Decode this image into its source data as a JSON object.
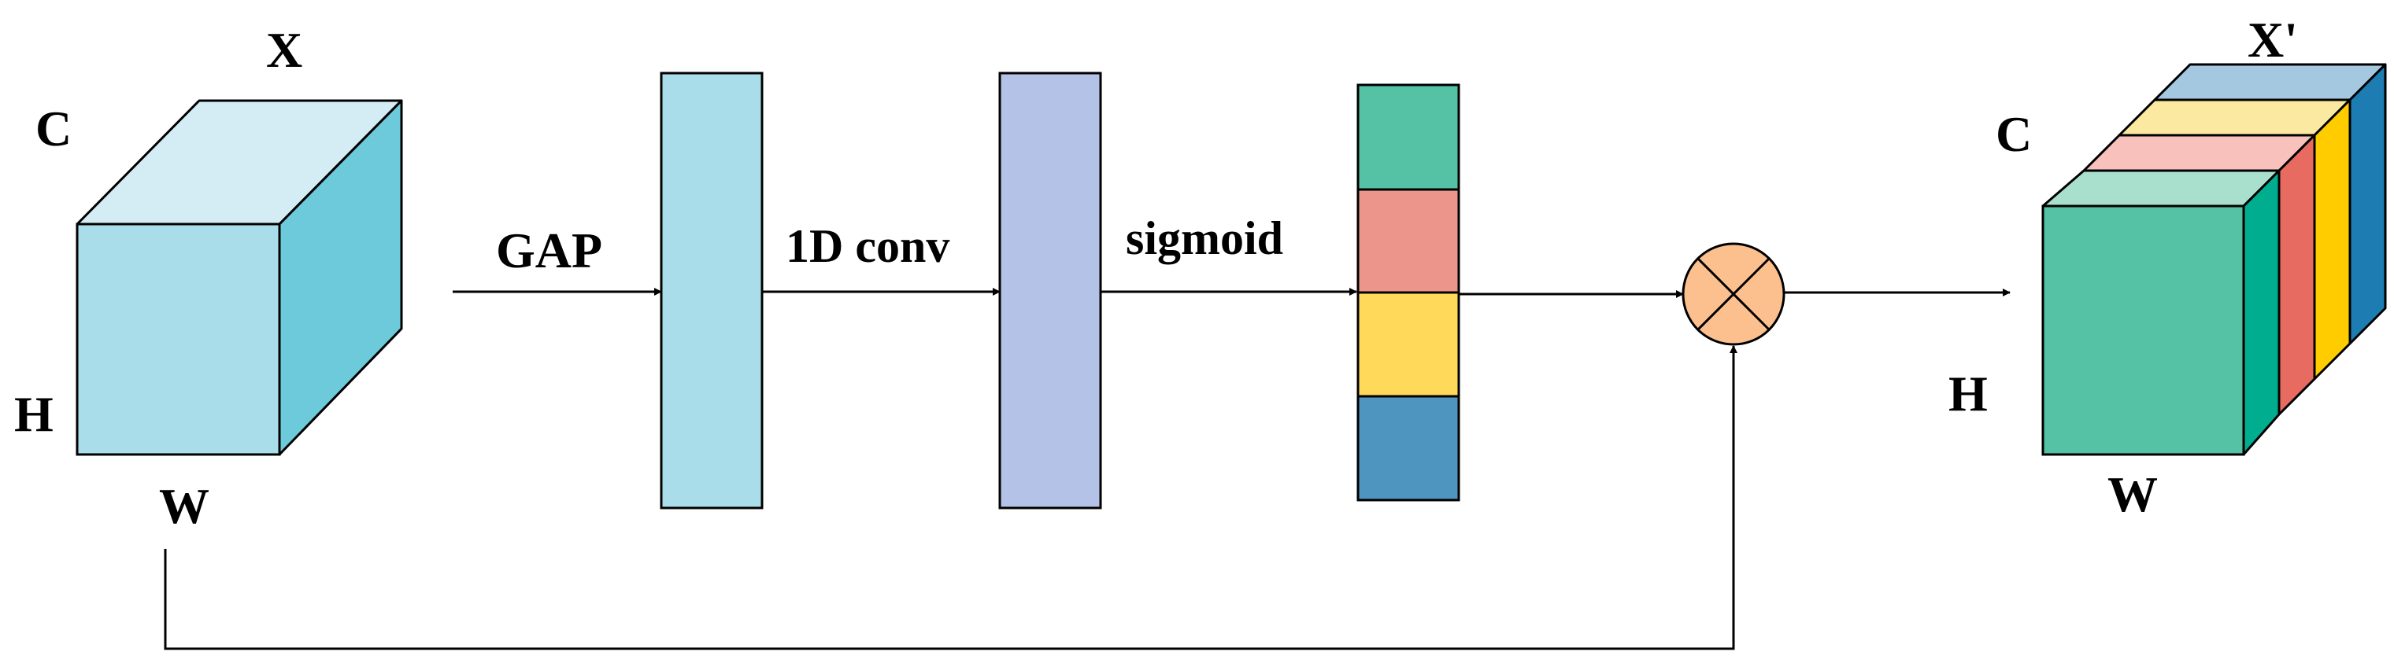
{
  "labels": {
    "input_name": "X",
    "output_name": "X'",
    "channel": "C",
    "height": "H",
    "width": "W",
    "gap": "GAP",
    "conv": "1D conv",
    "sigmoid": "sigmoid"
  },
  "colors": {
    "input_front": "#a8dde9",
    "input_top": "#d4edf4",
    "input_side": "#6ccadb",
    "gap_bar": "#a8dde9",
    "conv_bar": "#b3c2e6",
    "weight_1": "#55c2a5",
    "weight_2": "#ec968b",
    "weight_3": "#ffd95a",
    "weight_4": "#4e96c0",
    "multiply_node": "#fcc08f",
    "output_front": "#55c2a5",
    "output_top_1": "#a4c8e0",
    "output_top_2": "#fbe9a1",
    "output_top_3": "#f8c1bc",
    "output_top_4": "#a9dfcd",
    "output_side_1": "#1d7db3",
    "output_side_2": "#ffcc00",
    "output_side_3": "#e86b62",
    "output_side_4": "#00ae8f"
  }
}
